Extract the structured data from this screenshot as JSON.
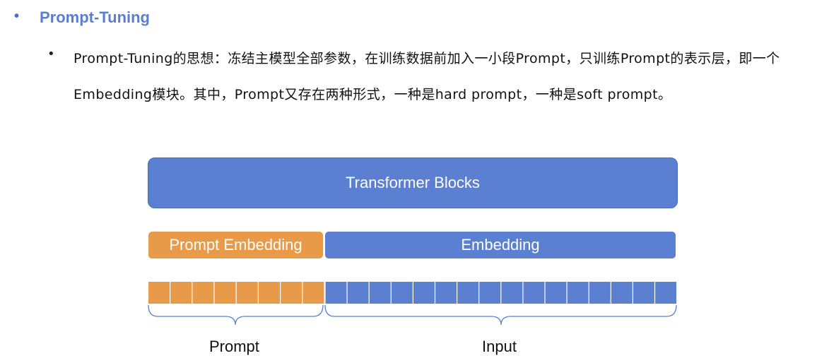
{
  "section": {
    "bullet": "•",
    "title": "Prompt-Tuning"
  },
  "body": {
    "bullet": "•",
    "paragraph": "Prompt-Tuning的思想：冻结主模型全部参数，在训练数据前加入一小段Prompt，只训练Prompt的表示层，即一个Embedding模块。其中，Prompt又存在两种形式，一种是hard prompt，一种是soft prompt。"
  },
  "diagram": {
    "transformer_label": "Transformer Blocks",
    "prompt_embedding_label": "Prompt Embedding",
    "embedding_label": "Embedding",
    "prompt_token_count": 8,
    "input_token_count": 16,
    "prompt_label": "Prompt",
    "input_label": "Input",
    "colors": {
      "orange": "#e99a48",
      "blue": "#5b7fd1",
      "brace": "#5b7fd1"
    }
  }
}
